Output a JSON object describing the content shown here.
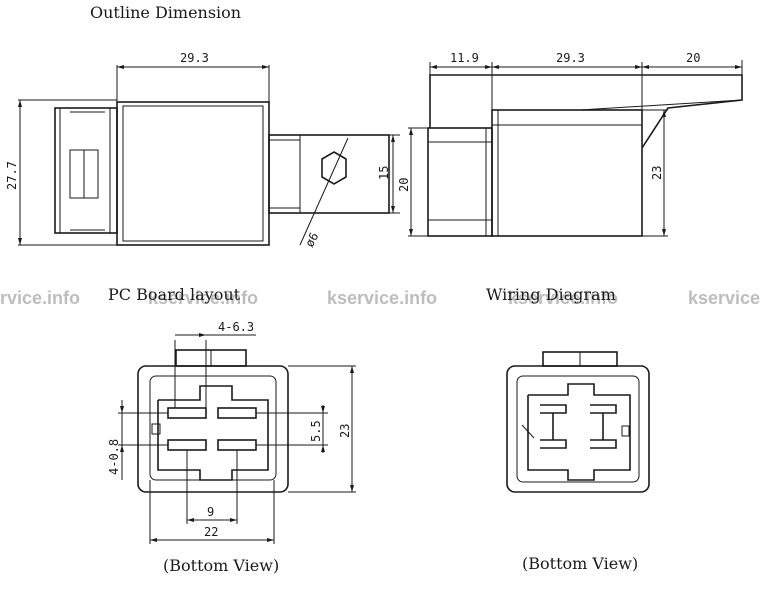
{
  "titles": {
    "outline": "Outline Dimension",
    "pcb": "PC Board layout",
    "wiring": "Wiring Diagram",
    "bottom_left": "(Bottom View)",
    "bottom_right": "(Bottom View)"
  },
  "watermarks": [
    "rvice.info",
    "kservice.info",
    "kservice.info",
    "kservice.info",
    "kservice"
  ],
  "dims": {
    "front_width": "29.3",
    "front_height": "27.7",
    "diameter": "ø6",
    "bracket_height": "15",
    "side_left": "11.9",
    "side_body": "29.3",
    "side_tab": "20",
    "side_height": "20",
    "side_right_height": "23",
    "pcb_pitch": "4-6.3",
    "pcb_spacing": "5.5",
    "pcb_height": "23",
    "pcb_pin": "4-0.8",
    "pcb_inner": "9",
    "pcb_outer": "22"
  }
}
